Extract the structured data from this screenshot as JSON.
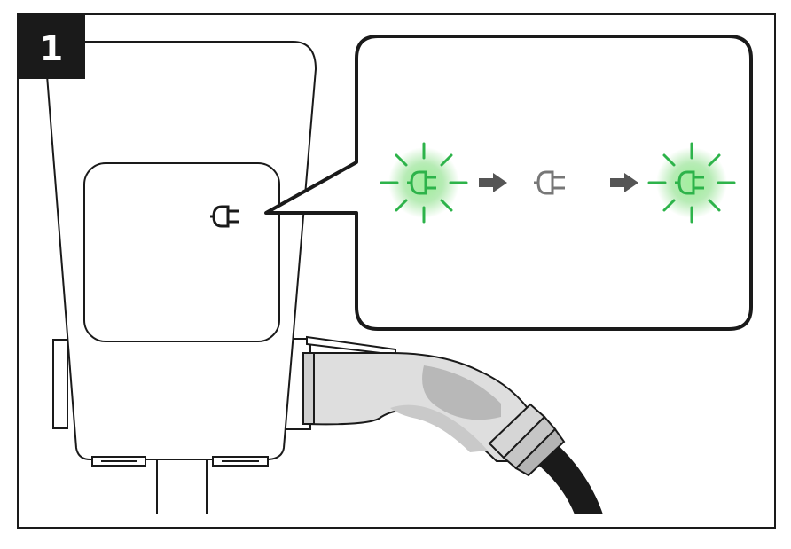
{
  "step": {
    "number": "1"
  },
  "colors": {
    "line": "#1a1a1a",
    "glow": "#2db34a",
    "glow_soft": "#8fe08a",
    "off_icon": "#777777",
    "arrow": "#555555",
    "handle_light": "#dcdcdc",
    "handle_mid": "#b9b9b9",
    "cable": "#1a1a1a",
    "badge_bg": "#1a1a1a",
    "badge_text": "#ffffff"
  },
  "icons": {
    "charger_status": "plug-icon",
    "sequence": [
      "plug-icon-blinking-green",
      "arrow-right-icon",
      "plug-icon-off",
      "arrow-right-icon",
      "plug-icon-blinking-green"
    ]
  }
}
